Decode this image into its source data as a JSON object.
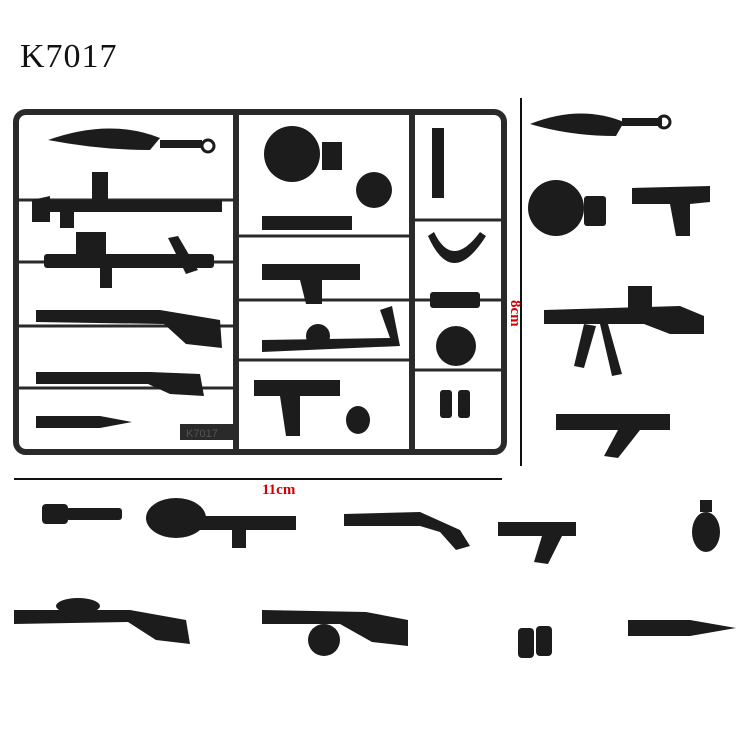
{
  "product": {
    "code": "K7017",
    "sprue_mark": "K7017"
  },
  "dimensions": {
    "width_label": "11cm",
    "height_label": "8cm"
  },
  "colors": {
    "part": "#1c1c1c",
    "sprue": "#2a2a2a",
    "dimension_text": "#d40000",
    "background": "#ffffff"
  },
  "parts": [
    "scimitar-sword",
    "drum-magazine",
    "submachine-gun-grease",
    "light-machine-gun-bipod",
    "submachine-gun-thompson",
    "stick-grenade",
    "mine-detector",
    "sten-gun",
    "pistol-luger",
    "pineapple-grenade",
    "lewis-gun",
    "ppsh-gun",
    "binoculars",
    "combat-knife"
  ]
}
